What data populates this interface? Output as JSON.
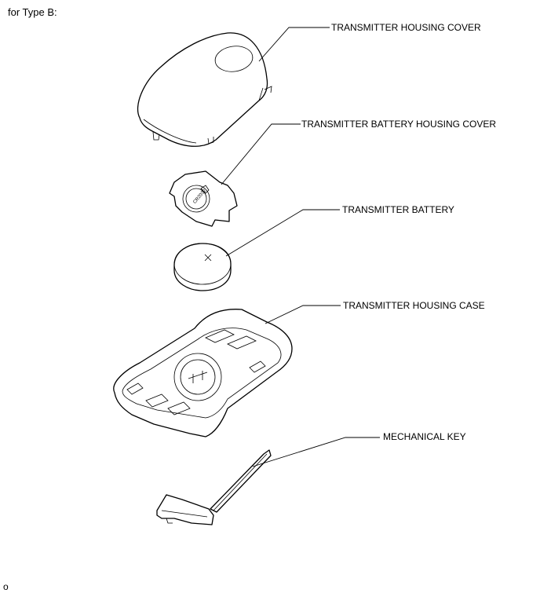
{
  "header": {
    "title": "for Type B:"
  },
  "footer": {
    "mark": "o"
  },
  "callouts": [
    {
      "id": "transmitter-housing-cover",
      "label": "TRANSMITTER HOUSING COVER"
    },
    {
      "id": "transmitter-battery-housing-cover",
      "label": "TRANSMITTER BATTERY HOUSING COVER"
    },
    {
      "id": "transmitter-battery",
      "label": "TRANSMITTER BATTERY"
    },
    {
      "id": "transmitter-housing-case",
      "label": "TRANSMITTER HOUSING CASE"
    },
    {
      "id": "mechanical-key",
      "label": "MECHANICAL KEY"
    }
  ]
}
